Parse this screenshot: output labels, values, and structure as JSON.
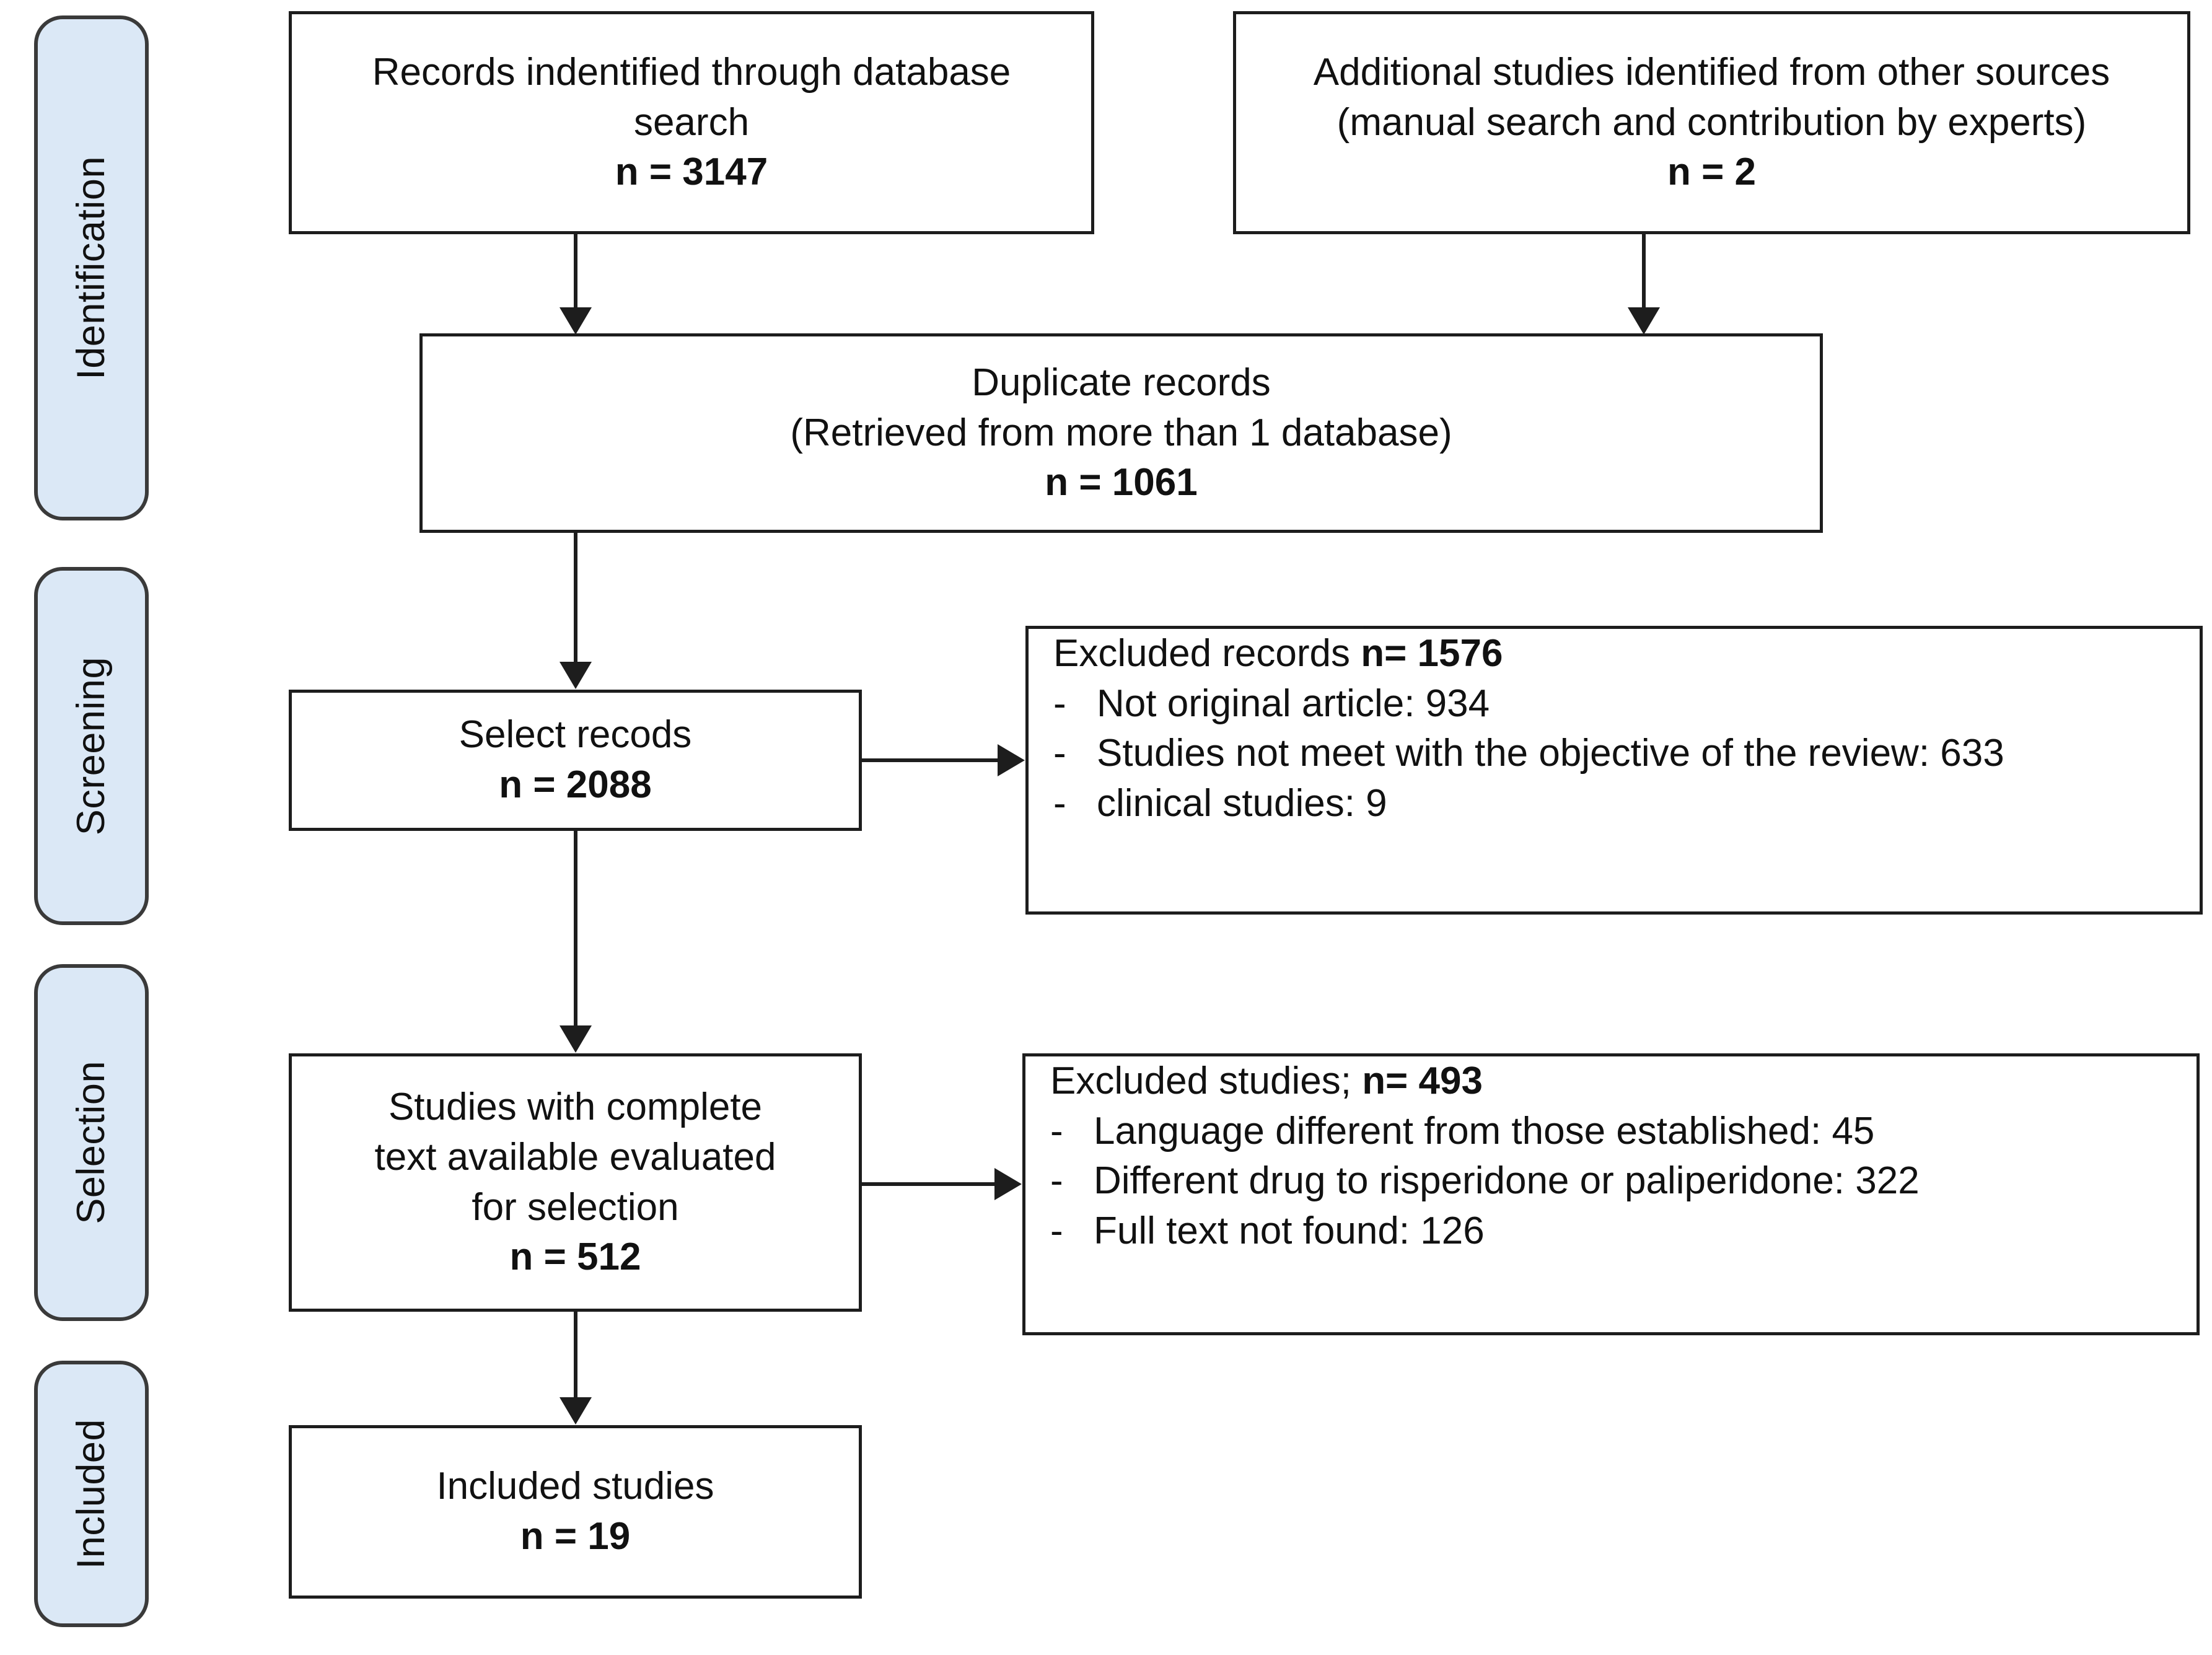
{
  "diagram": {
    "type": "prisma-flow-diagram",
    "title": "PRISMA study selection flow diagram"
  },
  "phases": [
    {
      "id": "identification",
      "label": "Identification"
    },
    {
      "id": "screening",
      "label": "Screening"
    },
    {
      "id": "selection",
      "label": "Selection"
    },
    {
      "id": "included",
      "label": "Included"
    }
  ],
  "boxes": {
    "records_identified": {
      "lines": [
        "Records indentified through database",
        "search"
      ],
      "count_label": "n = 3147"
    },
    "additional_studies": {
      "lines": [
        "Additional studies identified from other sources",
        "(manual search and contribution by experts)"
      ],
      "count_label": "n = 2"
    },
    "duplicate_records": {
      "lines": [
        "Duplicate records",
        "(Retrieved from more than 1 database)"
      ],
      "count_label": "n = 1061"
    },
    "select_records": {
      "lines": [
        "Select recods"
      ],
      "count_label": "n = 2088"
    },
    "excluded_records": {
      "heading_text": "Excluded records ",
      "heading_number": "n= 1576",
      "items": [
        "Not original article: 934",
        "Studies not meet with the objective of the review: 633",
        "clinical studies: 9"
      ],
      "bullet": "-"
    },
    "studies_full_text": {
      "lines": [
        "Studies with complete",
        "text available evaluated",
        "for selection"
      ],
      "count_label": "n = 512"
    },
    "excluded_studies": {
      "heading_text": "Excluded studies; ",
      "heading_number": "n= 493",
      "items": [
        "Language different from those established: 45",
        "Different drug to risperidone or paliperidone: 322",
        "Full text not found: 126"
      ],
      "bullet": "-"
    },
    "included_studies": {
      "lines": [
        "Included studies"
      ],
      "count_label": "n = 19"
    }
  },
  "chart_data": {
    "type": "diagram",
    "title": "PRISMA flow of study selection",
    "stages": [
      {
        "phase": "Identification",
        "node": "Records indentified through database search",
        "n": 3147
      },
      {
        "phase": "Identification",
        "node": "Additional studies identified from other sources (manual search and contribution by experts)",
        "n": 2
      },
      {
        "phase": "Identification",
        "node": "Duplicate records (Retrieved from more than 1 database)",
        "n": 1061
      },
      {
        "phase": "Screening",
        "node": "Select recods",
        "n": 2088
      },
      {
        "phase": "Screening",
        "node": "Excluded records",
        "n": 1576,
        "breakdown": [
          {
            "reason": "Not original article",
            "n": 934
          },
          {
            "reason": "Studies not meet with the objective of the review",
            "n": 633
          },
          {
            "reason": "clinical studies",
            "n": 9
          }
        ]
      },
      {
        "phase": "Selection",
        "node": "Studies with complete text available evaluated for selection",
        "n": 512
      },
      {
        "phase": "Selection",
        "node": "Excluded studies",
        "n": 493,
        "breakdown": [
          {
            "reason": "Language different from those established",
            "n": 45
          },
          {
            "reason": "Different drug to risperidone or paliperidone",
            "n": 322
          },
          {
            "reason": "Full text not found",
            "n": 126
          }
        ]
      },
      {
        "phase": "Included",
        "node": "Included studies",
        "n": 19
      }
    ],
    "colors": {
      "phase_label_fill": "#dbe8f6",
      "phase_label_border": "#3a3a3a",
      "box_border": "#1d1d1d",
      "box_fill": "#ffffff",
      "connector": "#1d1d1d",
      "text": "#111111"
    }
  }
}
